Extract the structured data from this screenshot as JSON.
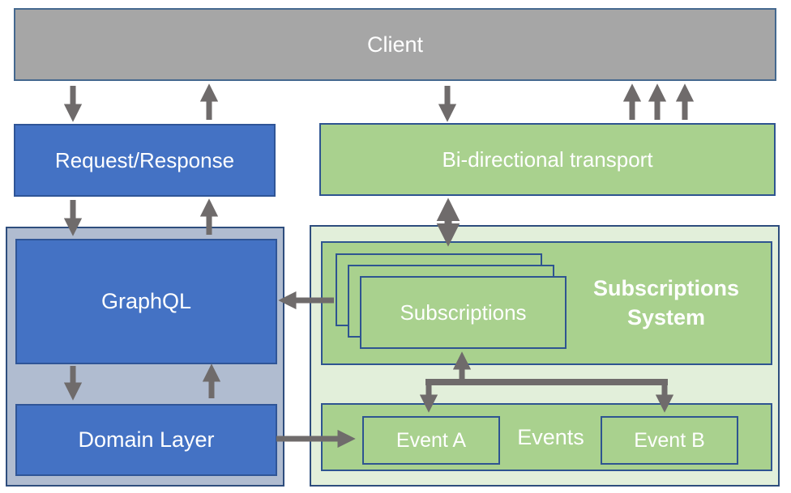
{
  "diagram": {
    "client": {
      "label": "Client"
    },
    "request_response": {
      "label": "Request/Response"
    },
    "transport": {
      "label": "Bi-directional transport"
    },
    "graphql_layer": {
      "graphql_label": "GraphQL",
      "domain_label": "Domain Layer"
    },
    "subscriptions_system": {
      "title": "Subscriptions\nSystem",
      "subscriptions_label": "Subscriptions"
    },
    "events": {
      "title": "Events",
      "event_a_label": "Event A",
      "event_b_label": "Event B"
    }
  },
  "colors": {
    "client_fill": "#a6a6a6",
    "blue_fill": "#4472c4",
    "blue_border": "#2f5597",
    "green_fill": "#a9d18e",
    "green_border": "#2e5491",
    "light_green_container": "#e2efda",
    "slate_container": "#b0bcd0",
    "container_border": "#2e4d7d",
    "arrow_gray": "#6f6b6b",
    "text": "#ffffff"
  }
}
